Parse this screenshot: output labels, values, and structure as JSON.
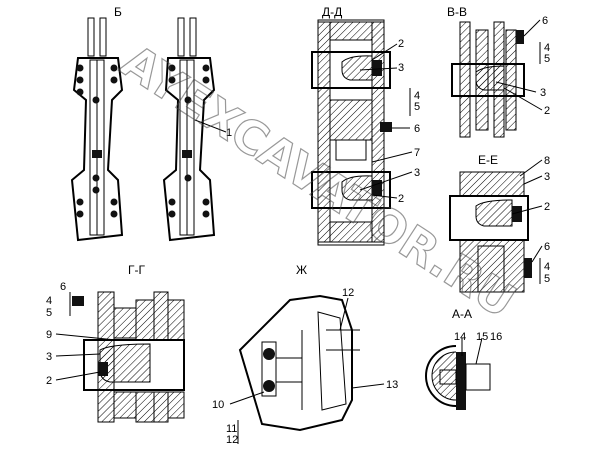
{
  "view_titles": {
    "b": "Б",
    "dd": "Д-Д",
    "vv": "В-В",
    "ee": "Е-Е",
    "gg": "Г-Г",
    "zh": "Ж",
    "aa": "А-А"
  },
  "callouts": {
    "b_1": "1",
    "dd_2a": "2",
    "dd_3a": "3",
    "dd_45": "4\n5",
    "dd_4": "4",
    "dd_5": "5",
    "dd_6": "6",
    "dd_7": "7",
    "dd_3b": "3",
    "dd_2b": "2",
    "vv_6": "6",
    "vv_4": "4",
    "vv_5": "5",
    "vv_3": "3",
    "vv_2": "2",
    "ee_8": "8",
    "ee_3": "3",
    "ee_2": "2",
    "ee_6": "6",
    "ee_4": "4",
    "ee_5": "5",
    "gg_6": "6",
    "gg_4": "4",
    "gg_5": "5",
    "gg_9": "9",
    "gg_3": "3",
    "gg_2": "2",
    "zh_12a": "12",
    "zh_13": "13",
    "zh_10": "10",
    "zh_11": "11",
    "zh_12b": "12",
    "aa_14": "14",
    "aa_15": "15",
    "aa_16": "16"
  },
  "watermark": "AYEXCAVATOR.RU"
}
